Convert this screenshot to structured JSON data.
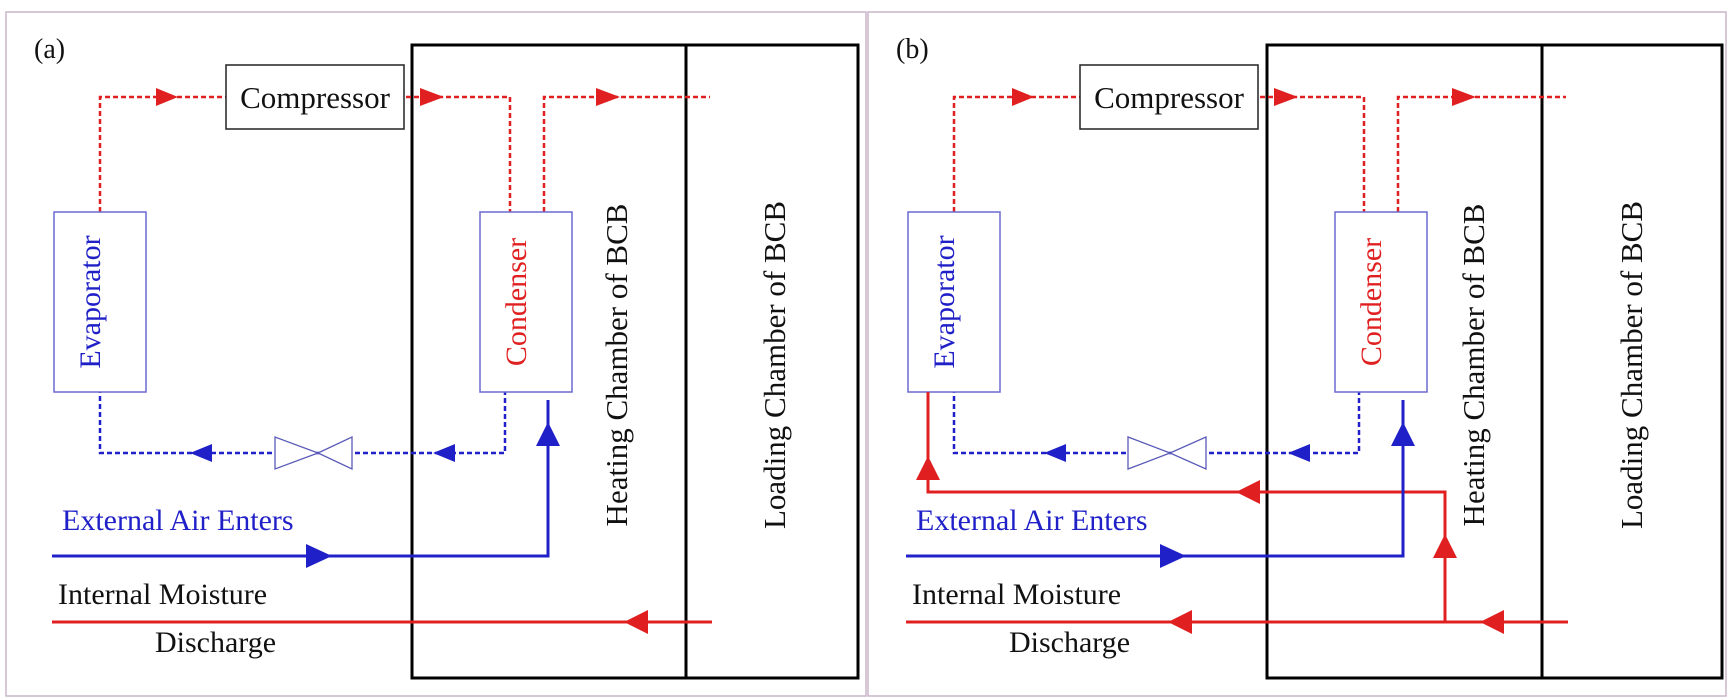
{
  "panels": [
    {
      "id": "a",
      "label": "(a)",
      "compressor": "Compressor",
      "evaporator": "Evaporator",
      "condenser": "Condenser",
      "heating_chamber": "Heating Chamber of  BCB",
      "loading_chamber": "Loading Chamber of  BCB",
      "external_air": "External Air Enters",
      "internal_moisture_line1": "Internal Moisture",
      "internal_moisture_line2": "Discharge"
    },
    {
      "id": "b",
      "label": "(b)",
      "compressor": "Compressor",
      "evaporator": "Evaporator",
      "condenser": "Condenser",
      "heating_chamber": "Heating Chamber of  BCB",
      "loading_chamber": "Loading Chamber of  BCB",
      "external_air": "External Air Enters",
      "internal_moisture_line1": "Internal Moisture",
      "internal_moisture_line2": "Discharge"
    }
  ],
  "colors": {
    "refrigerant_hot": "#e02020",
    "refrigerant_cold": "#2020c8",
    "frame": "#000000"
  }
}
